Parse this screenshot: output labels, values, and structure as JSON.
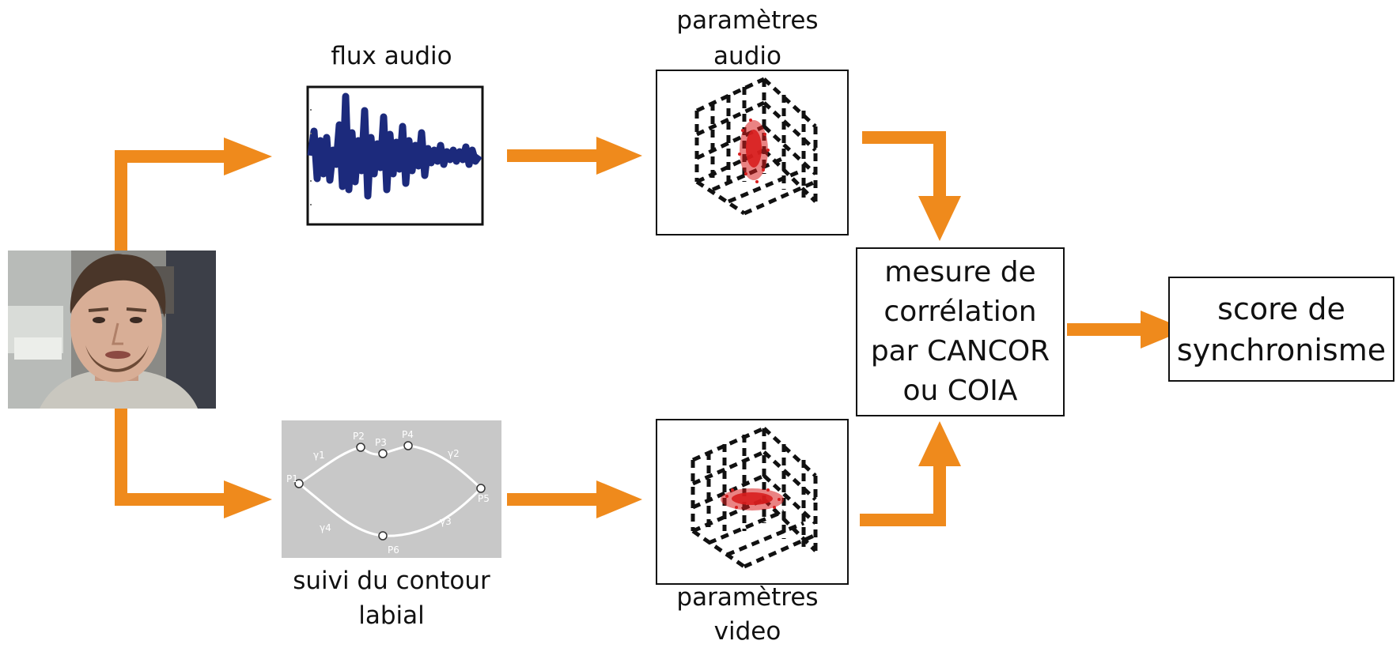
{
  "labels": {
    "audio_stream": "flux audio",
    "audio_params_line1": "paramètres",
    "audio_params_line2": "audio",
    "lip_tracking_line1": "suivi du contour",
    "lip_tracking_line2": "labial",
    "video_params_line1": "paramètres",
    "video_params_line2": "video"
  },
  "correlation_box": {
    "lines": [
      "mesure de",
      "corrélation",
      "par CANCOR",
      "ou COIA"
    ]
  },
  "score_box": {
    "lines": [
      "score de",
      "synchronisme"
    ]
  },
  "lip_model": {
    "points": [
      "P1",
      "P2",
      "P3",
      "P4",
      "P5",
      "P6"
    ],
    "curves": [
      "γ1",
      "γ2",
      "γ3",
      "γ4"
    ]
  },
  "colors": {
    "arrow": "#ef8a1c",
    "waveform": "#1c2a7c",
    "scatter": "#d81e1e",
    "lip_background": "#c8c8c8"
  }
}
